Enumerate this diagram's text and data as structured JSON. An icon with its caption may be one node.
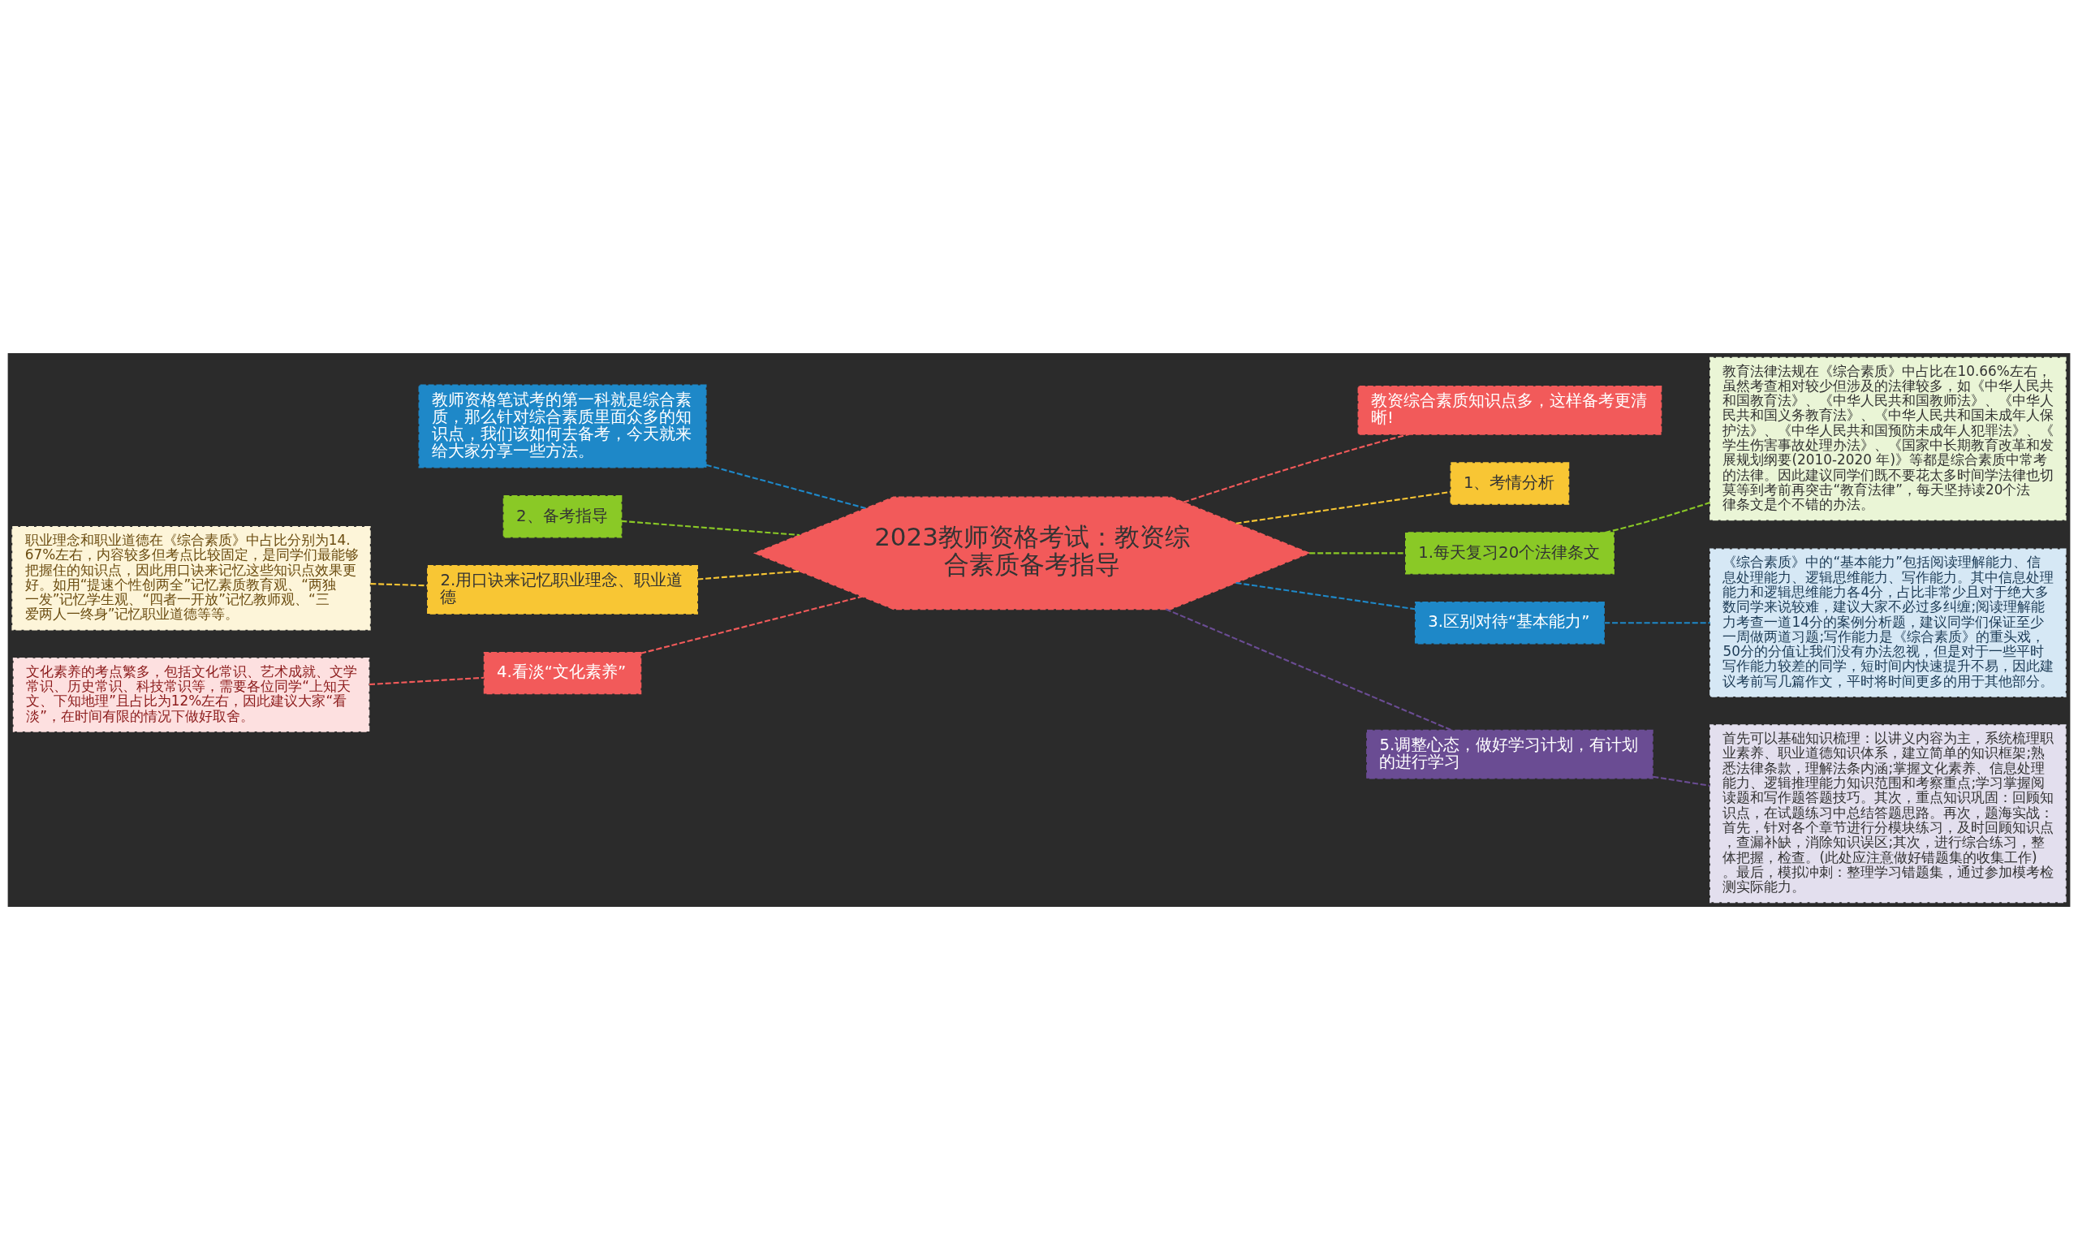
{
  "diagram": {
    "nodes": [
      {
        "text": [
          "2023教师资格考试：教资综合素质备考指导"
        ]
      },
      {
        "text": [
          "教资综合素质知识点多，这样备考更清晰!"
        ]
      },
      {
        "text": [
          "1、考情分析"
        ]
      },
      {
        "text": [
          "1.每天复习20个法律条文"
        ]
      },
      {
        "text": [
          "教育法律法规在《综合素质》中占比在10.66%左右，虽然考查相对较少但涉及的法律较多，如《中华人民共和国教育法》、《中华人民共和国教师法》、《中华人民共和国义务教育法》、《中华人民共和国未成年人保护法》、《中华人民共和国预防未成年人犯罪法》、《学生伤害事故处理办法》、《国家中长期教育改革和发展规划纲要(2010-2020 年)》等都是综合素质中常考的法律。因此建议同学们既不要花太多时间学法律也切莫等到考前再突击“教育法律”，每天坚持读20个法律条文是个不错的办法。"
        ]
      },
      {
        "text": [
          "3.区别对待“基本能力”"
        ]
      },
      {
        "text": [
          "《综合素质》中的“基本能力”包括阅读理解能力、信息处理能力、逻辑思维能力、写作能力。其中信息处理能力和逻辑思维能力各4分，占比非常少且对于绝大多数同学来说较难，建议大家不必过多纠缠;阅读理解能力考查一道14分的案例分析题，建议同学们保证至少一周做两道习题;写作能力是《综合素质》的重头戏，50分的分值让我们没有办法忽视，但是对于一些平时写作能力较差的同学，短时间内快速提升不易，因此建议考前写几篇作文，平时将时间更多的用于其他部分。"
        ]
      },
      {
        "text": [
          "5.调整心态，做好学习计划，有计划的进行学习"
        ]
      },
      {
        "text": [
          "首先可以基础知识梳理：以讲义内容为主，系统梳理职业素养、职业道德知识体系，建立简单的知识框架;熟悉法律条款，理解法条内涵;掌握文化素养、信息处理能力、逻辑推理能力知识范围和考察重点;学习掌握阅读题和写作题答题技巧。其次，重点知识巩固：回顾知识点，在试题练习中总结答题思路。再次，题海实战：首先，针对各个章节进行分模块练习，及时回顾知识点，查漏补缺，消除知识误区;其次，进行综合练习，整体把握，检查。(此处应注意做好错题集的收集工作)。最后，模拟冲刺：整理学习错题集，通过参加模考检测实际能力。"
        ]
      },
      {
        "text": [
          "教师资格笔试考的第一科就是综合素质，那么针对综合素质里面众多的知识点，我们该如何去备考，今天就来给大家分享一些方法。"
        ]
      },
      {
        "text": [
          "2、备考指导"
        ]
      },
      {
        "text": [
          "2.用口诀来记忆职业理念、职业道德"
        ]
      },
      {
        "text": [
          "职业理念和职业道德在《综合素质》中占比分别为14.67%左右，内容较多但考点比较固定，是同学们最能够把握住的知识点，因此用口诀来记忆这些知识点效果更好。如用“提速个性创两全”记忆素质教育观、“两独一发”记忆学生观、“四者一开放”记忆教师观、“三爱两人一终身”记忆职业道德等等。"
        ]
      },
      {
        "text": [
          "4.看淡“文化素养”"
        ]
      },
      {
        "text": [
          "文化素养的考点繁多，包括文化常识、艺术成就、文学常识、历史常识、科技常识等，需要各位同学“上知天文、下知地理”且占比为12%左右，因此建议大家“看淡”，在时间有限的情况下做好取舍。"
        ]
      }
    ],
    "edges": [
      {
        "from": 0,
        "to": 1,
        "arrow": "none",
        "style": "dashed",
        "color": "#f25a5a"
      },
      {
        "from": 0,
        "to": 2,
        "arrow": "none",
        "style": "dashed",
        "color": "#f8c634"
      },
      {
        "from": 0,
        "to": 3,
        "arrow": "none",
        "style": "dashed",
        "color": "#8ac926"
      },
      {
        "from": 3,
        "to": 4,
        "arrow": "none",
        "style": "dashed",
        "color": "#8ac926"
      },
      {
        "from": 0,
        "to": 5,
        "arrow": "none",
        "style": "dashed",
        "color": "#1e88c8"
      },
      {
        "from": 5,
        "to": 6,
        "arrow": "none",
        "style": "dashed",
        "color": "#1e88c8"
      },
      {
        "from": 0,
        "to": 7,
        "arrow": "none",
        "style": "dashed",
        "color": "#6a4c93"
      },
      {
        "from": 7,
        "to": 8,
        "arrow": "none",
        "style": "dashed",
        "color": "#6a4c93"
      },
      {
        "from": 0,
        "to": 9,
        "arrow": "none",
        "style": "dashed",
        "color": "#1e88c8"
      },
      {
        "from": 0,
        "to": 10,
        "arrow": "none",
        "style": "dashed",
        "color": "#8ac926"
      },
      {
        "from": 0,
        "to": 11,
        "arrow": "none",
        "style": "dashed",
        "color": "#f8c634"
      },
      {
        "from": 11,
        "to": 12,
        "arrow": "none",
        "style": "dashed",
        "color": "#f8c634"
      },
      {
        "from": 0,
        "to": 13,
        "arrow": "none",
        "style": "dashed",
        "color": "#f25a5a"
      },
      {
        "from": 13,
        "to": 14,
        "arrow": "none",
        "style": "dashed",
        "color": "#f25a5a"
      }
    ]
  }
}
